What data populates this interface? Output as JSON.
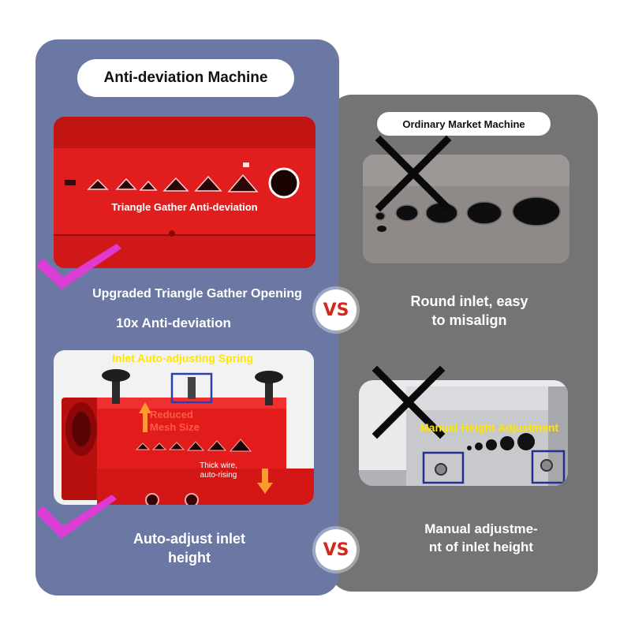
{
  "left_column": {
    "title": "Anti-deviation Machine",
    "photo1_label": "Triangle Gather Anti-deviation",
    "caption1_line1": "Upgraded Triangle Gather Opening",
    "caption1_line2": "10x Anti-deviation",
    "photo2_spring_label": "Inlet Auto-adjusting Spring",
    "photo2_reduced_label": "Reduced\nMesh Size",
    "photo2_thick_label": "Thick wire,\nauto-rising",
    "caption2": "Auto-adjust inlet\nheight"
  },
  "right_column": {
    "title": "Ordinary Market Machine",
    "caption1": "Round inlet, easy\nto misalign",
    "photo2_label": "Manual Height Adjustment",
    "caption2": "Manual adjustme-\nnt of inlet height"
  },
  "vs_label": "VS",
  "colors": {
    "left_panel": "#6b78a4",
    "right_panel": "#747476",
    "machine_red": "#e01b1b",
    "check_magenta": "#e23ad8",
    "vs_red": "#d4281e",
    "label_yellow": "#ffe600"
  },
  "icons": [
    "check-icon",
    "cross-icon"
  ]
}
